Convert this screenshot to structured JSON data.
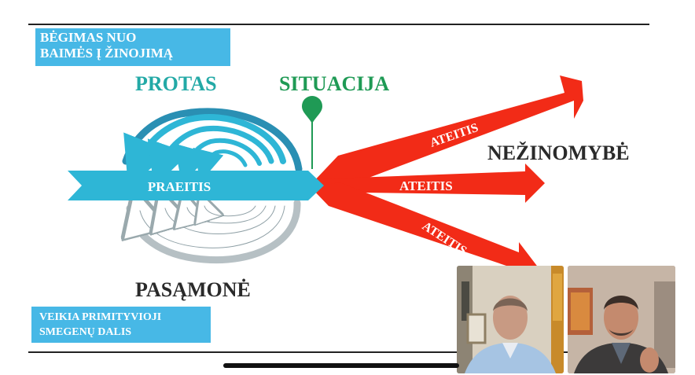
{
  "slide": {
    "top_box": {
      "line1": "BĖGIMAS NUO",
      "line2": "BAIMĖS Į ŽINOJIMĄ"
    },
    "bottom_box": {
      "line1": "VEIKIA PRIMITYVIOJI",
      "line2": "SMEGENŲ DALIS"
    },
    "protas": "PROTAS",
    "situacija": "SITUACIJA",
    "nezinomybe": "NEŽINOMYBĖ",
    "pasamone": "PASĄMONĖ",
    "praeitis": "PRAEITIS",
    "ateitis_upper": "ATEITIS",
    "ateitis_middle": "ATEITIS",
    "ateitis_lower": "ATEITIS"
  },
  "colors": {
    "cyan": "#2eb6d6",
    "teal_text": "#23a9a6",
    "green": "#1f9a55",
    "red": "#f22b17",
    "box_blue": "#47b8e6",
    "dark_text": "#2a2a2a"
  },
  "video_tiles": [
    {
      "participant": "participant-1"
    },
    {
      "participant": "participant-2"
    }
  ]
}
